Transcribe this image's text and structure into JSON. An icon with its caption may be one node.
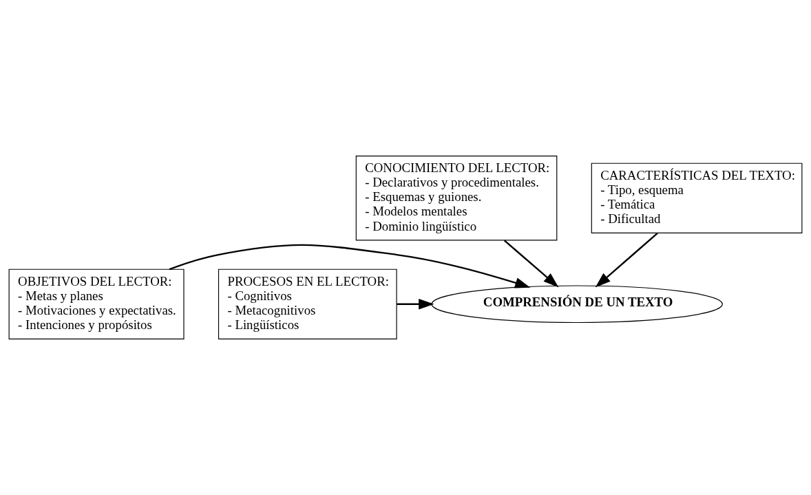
{
  "diagram": {
    "nodes": [
      {
        "text": [
          "CONOCIMIENTO DEL LECTOR:",
          "- Declarativos y procedimentales.",
          "- Esquemas y guiones.",
          "- Modelos mentales",
          "- Dominio lingüístico"
        ]
      },
      {
        "text": [
          "OBJETIVOS DEL LECTOR:",
          "- Metas y planes",
          "- Motivaciones y expectativas.",
          "- Intenciones y propósitos"
        ]
      },
      {
        "text": [
          "COMPRENSIÓN DE UN TEXTO"
        ]
      },
      {
        "text": [
          "PROCESOS EN EL LECTOR:",
          "- Cognitivos",
          "- Metacognitivos",
          "- Lingüísticos"
        ]
      },
      {
        "text": [
          "CARACTERÍSTICAS DEL TEXTO:",
          "- Tipo, esquema",
          "- Temática",
          "- Dificultad"
        ]
      }
    ],
    "edges": [
      {
        "from": 0,
        "to": 2,
        "arrow": "to"
      },
      {
        "from": 1,
        "to": 2,
        "arrow": "to"
      },
      {
        "from": 3,
        "to": 2,
        "arrow": "to"
      },
      {
        "from": 4,
        "to": 2,
        "arrow": "to"
      }
    ]
  }
}
